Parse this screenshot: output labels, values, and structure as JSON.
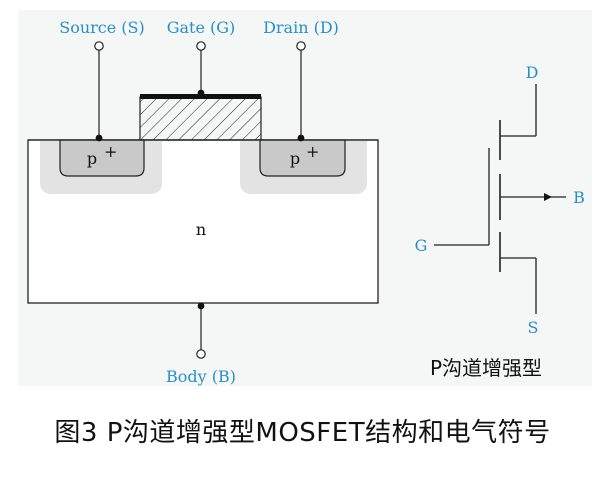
{
  "terminals": {
    "source": "Source (S)",
    "gate": "Gate (G)",
    "drain": "Drain (D)",
    "body": "Body (B)"
  },
  "regions": {
    "p_plus_left": "p",
    "p_plus_right": "p",
    "superscript": "+",
    "substrate": "n"
  },
  "symbol": {
    "d": "D",
    "g": "G",
    "b": "B",
    "s": "S",
    "type_label": "P沟道增强型"
  },
  "caption": "图3 P沟道增强型MOSFET结构和电气符号",
  "colors": {
    "label_blue": "#2a8fc4",
    "well_fill": "#c9c9c9",
    "depletion_fill": "#e3e3e3",
    "panel_bg": "#f5f6f6"
  }
}
